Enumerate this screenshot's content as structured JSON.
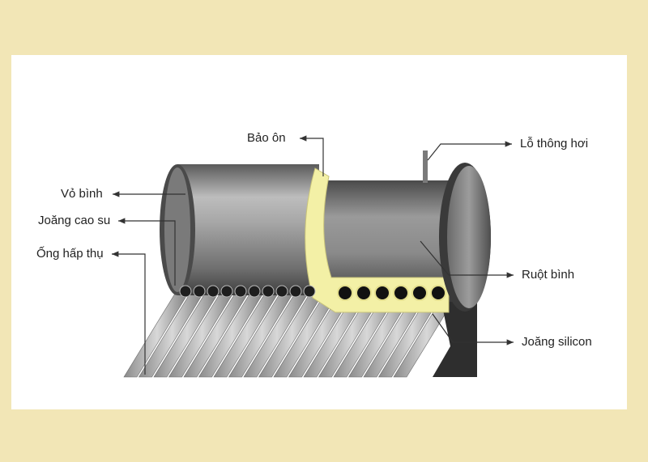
{
  "labels": {
    "bao_on": "Bảo ôn",
    "lo_thong_hoi": "Lỗ thông hơi",
    "vo_binh": "Vỏ bình",
    "joang_cao_su": "Joăng cao su",
    "ong_hap_thu": "Ống hấp thụ",
    "ruot_binh": "Ruột bình",
    "joang_silicon": "Joăng silicon"
  },
  "colors": {
    "background": "#f2e6b6",
    "panel": "#ffffff",
    "insulation": "#f3f0a6",
    "tank_metal": "#8a8a8a",
    "leader_line": "#333333"
  }
}
